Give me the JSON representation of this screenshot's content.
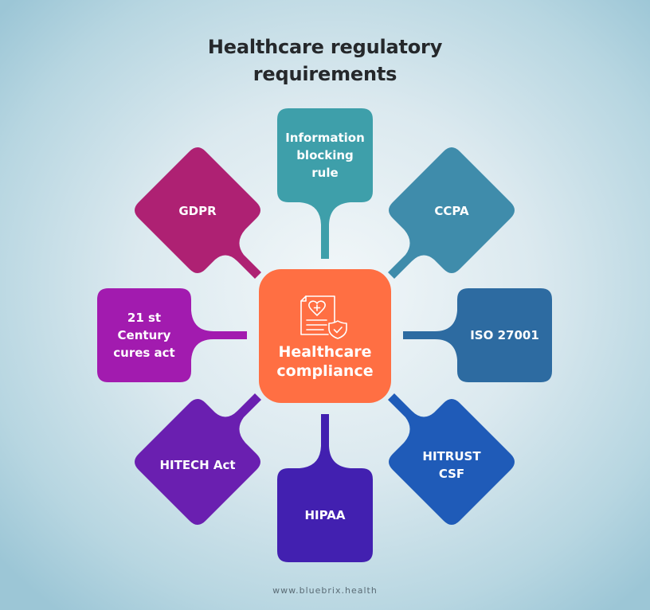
{
  "title": "Healthcare regulatory\nrequirements",
  "center": {
    "label": "Healthcare\ncompliance",
    "icon": "document-heart-shield-icon",
    "color": "#FF6F43"
  },
  "nodes": [
    {
      "id": "info-blocking",
      "label": "Information\nblocking\nrule",
      "color": "#3E9FAA",
      "position": "top"
    },
    {
      "id": "ccpa",
      "label": "CCPA",
      "color": "#3F8CAB",
      "position": "top-right"
    },
    {
      "id": "iso27001",
      "label": "ISO 27001",
      "color": "#2D6BA1",
      "position": "right"
    },
    {
      "id": "hitrust",
      "label": "HITRUST\nCSF",
      "color": "#1F5BB8",
      "position": "bottom-right"
    },
    {
      "id": "hipaa",
      "label": "HIPAA",
      "color": "#4220B0",
      "position": "bottom"
    },
    {
      "id": "hitech",
      "label": "HITECH Act",
      "color": "#6A1FB0",
      "position": "bottom-left"
    },
    {
      "id": "cures-act",
      "label": "21 st\nCentury\ncures act",
      "color": "#A21BAF",
      "position": "left"
    },
    {
      "id": "gdpr",
      "label": "GDPR",
      "color": "#AE2173",
      "position": "top-left"
    }
  ],
  "footer": "www.bluebrix.health"
}
